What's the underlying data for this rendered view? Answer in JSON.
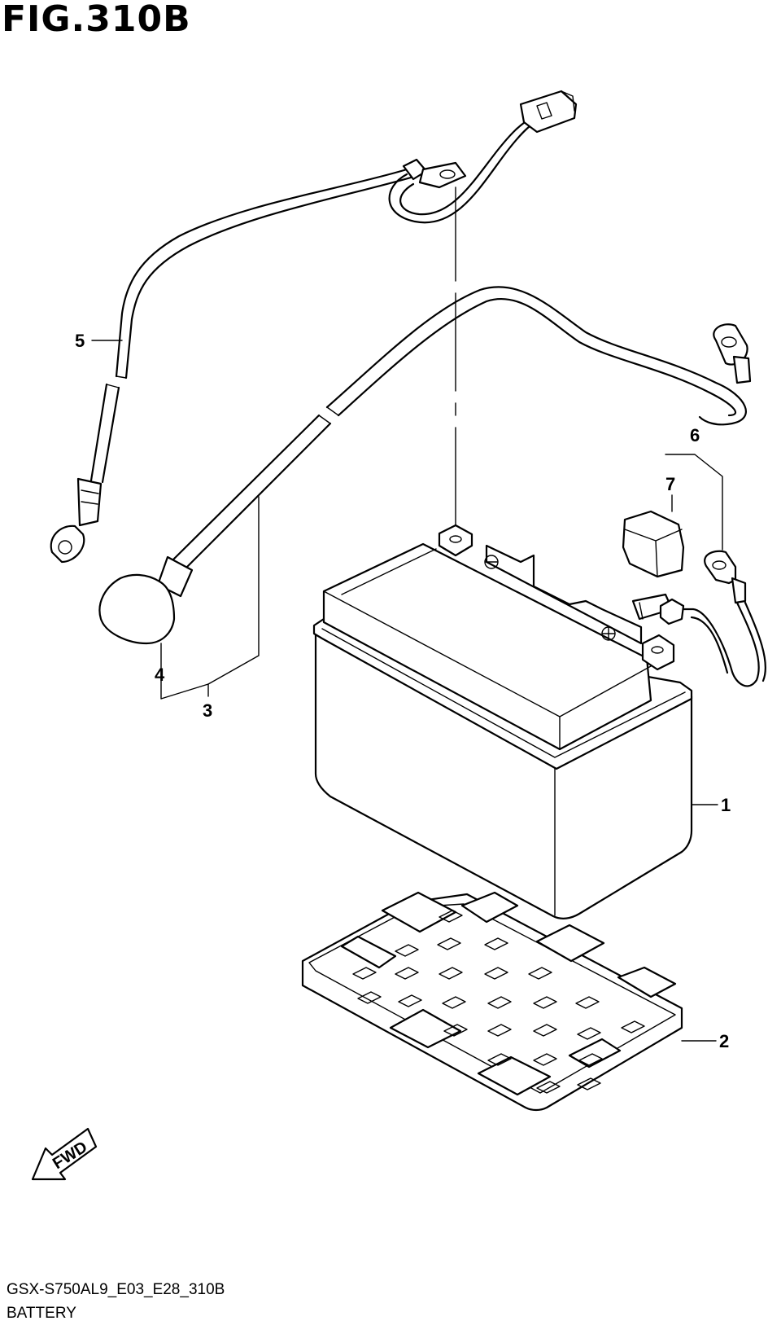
{
  "figure": {
    "title": "FIG.310B",
    "model_code": "GSX-S750AL9_E03_E28_310B",
    "section_name": "BATTERY"
  },
  "callouts": [
    {
      "id": "1",
      "label": "1"
    },
    {
      "id": "2",
      "label": "2"
    },
    {
      "id": "3",
      "label": "3"
    },
    {
      "id": "4",
      "label": "4"
    },
    {
      "id": "5",
      "label": "5"
    },
    {
      "id": "6",
      "label": "6"
    },
    {
      "id": "7",
      "label": "7"
    }
  ],
  "direction_marker": {
    "label": "FWD",
    "icon": "forward-arrow-icon"
  }
}
